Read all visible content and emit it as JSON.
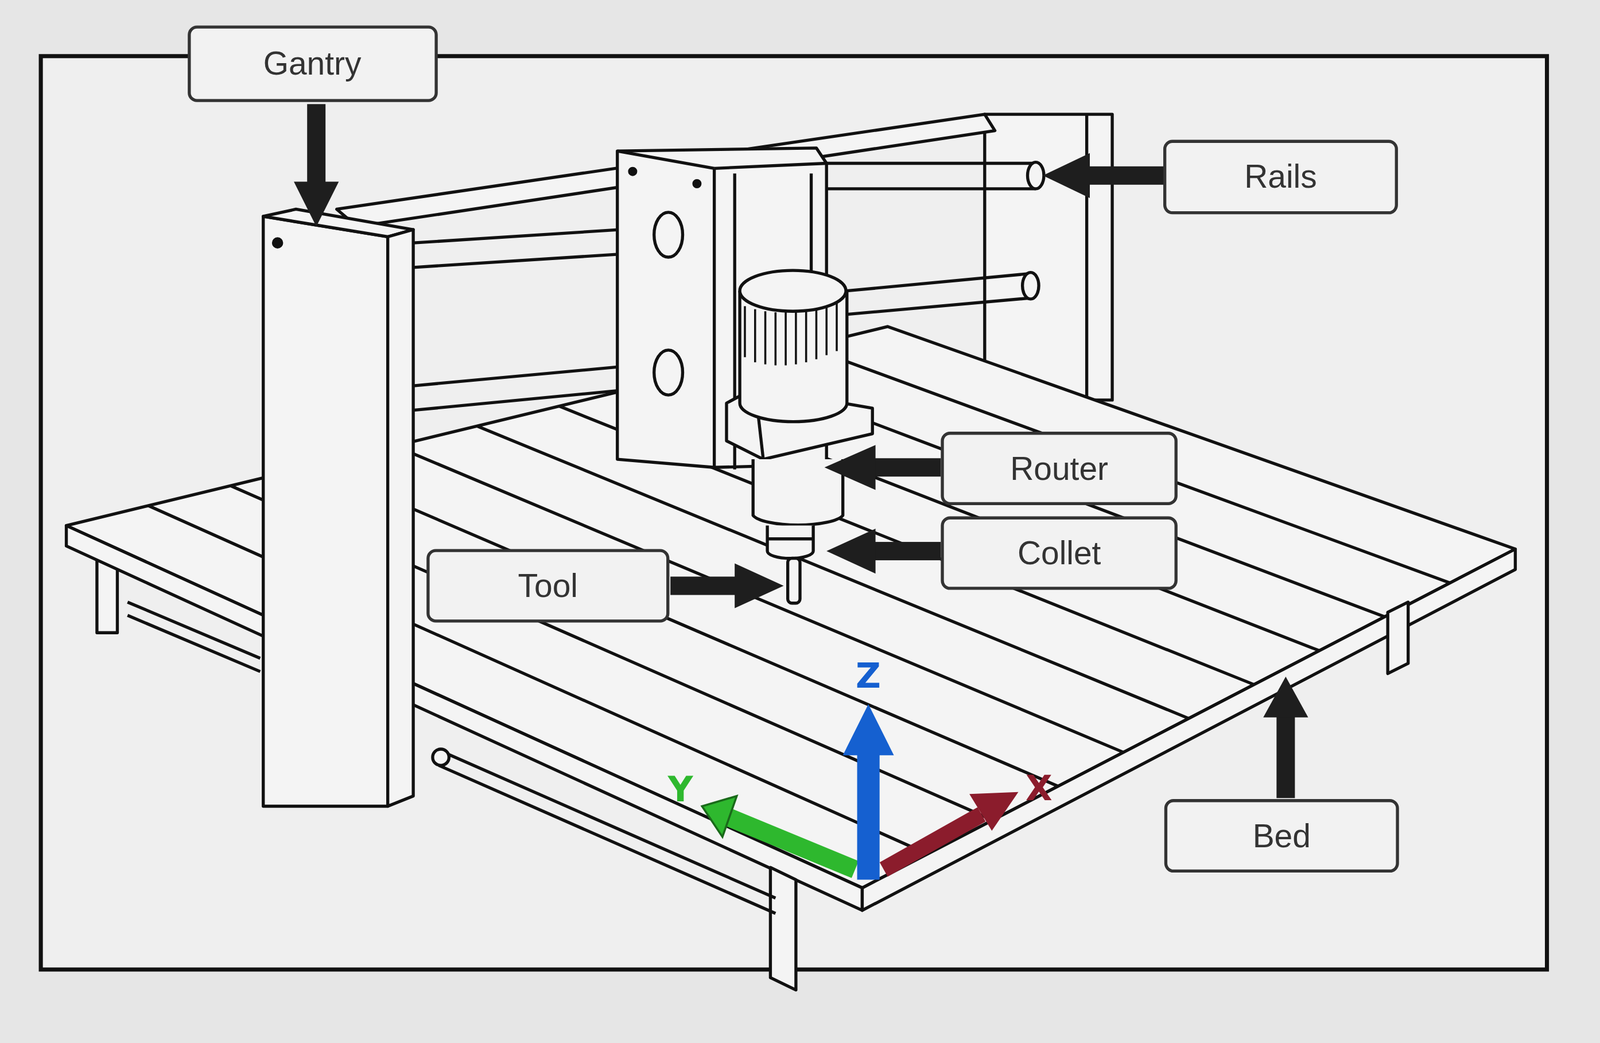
{
  "diagram": {
    "nodes": [
      {
        "text": [
          "Gantry"
        ]
      },
      {
        "text": [
          "Rails"
        ]
      },
      {
        "text": [
          "Router"
        ]
      },
      {
        "text": [
          "Collet"
        ]
      },
      {
        "text": [
          "Tool"
        ]
      },
      {
        "text": [
          "Bed"
        ]
      }
    ],
    "labels": [
      "Z",
      "Y",
      "X"
    ]
  }
}
